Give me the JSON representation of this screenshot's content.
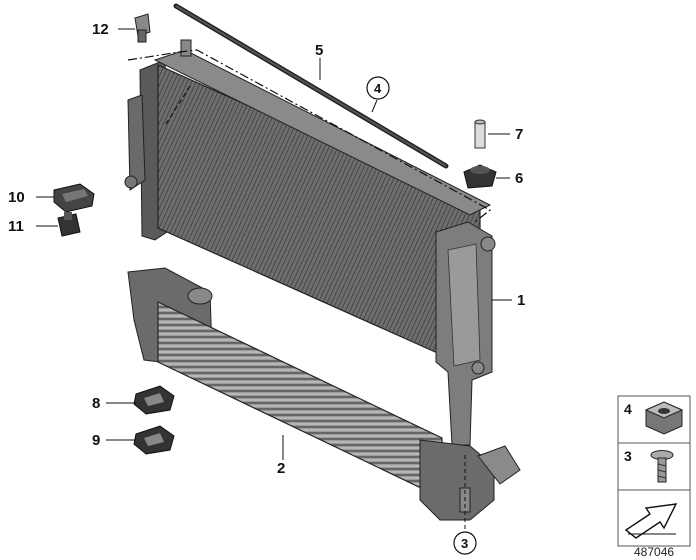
{
  "callouts": {
    "c1": "1",
    "c2": "2",
    "c3": "3",
    "c4": "4",
    "c5": "5",
    "c6": "6",
    "c7": "7",
    "c8": "8",
    "c9": "9",
    "c10": "10",
    "c11": "11",
    "c12": "12"
  },
  "legend": {
    "item_top": "4",
    "item_mid": "3"
  },
  "doc_number": "487046"
}
